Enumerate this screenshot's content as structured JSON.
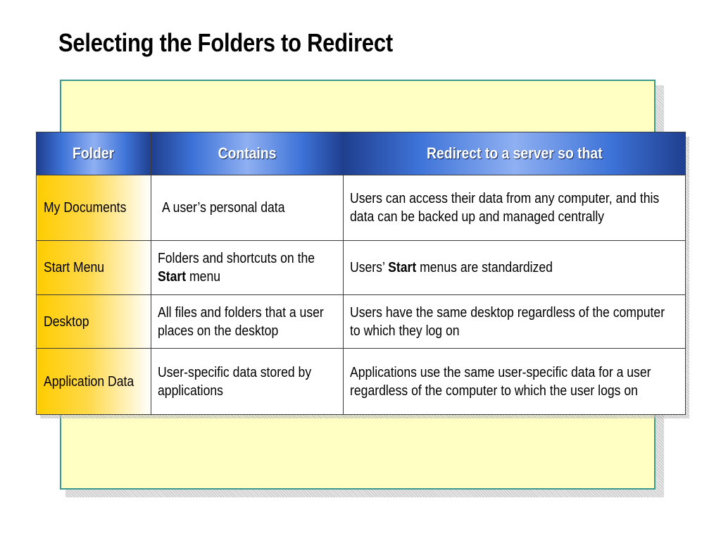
{
  "slide": {
    "title": "Selecting the Folders to Redirect"
  },
  "table": {
    "headers": [
      "Folder",
      "Contains",
      "Redirect to a server so that"
    ],
    "rows": [
      {
        "folder": "My Documents",
        "contains": "A user’s personal data",
        "redirect": "Users can access their data from any computer, and this data can be backed up and managed centrally"
      },
      {
        "folder": "Start Menu",
        "contains_pre": "Folders and shortcuts on the ",
        "contains_bold": "Start",
        "contains_post": " menu",
        "redirect_pre": "Users’ ",
        "redirect_bold": "Start",
        "redirect_post": " menus are standardized"
      },
      {
        "folder": "Desktop",
        "contains": "All files and folders that a user places on the desktop",
        "redirect": "Users have the same desktop regardless of the computer to which they log on"
      },
      {
        "folder": "Application Data",
        "contains": "User-specific data stored by applications",
        "redirect": "Applications use the same user-specific data for a user regardless of the computer to which the user logs on"
      }
    ]
  },
  "colors": {
    "header_blue": "#3e73d8",
    "folder_yellow": "#ffcc00",
    "backdrop_yellow": "#ffffc4",
    "backdrop_border": "#3b9a8c"
  }
}
